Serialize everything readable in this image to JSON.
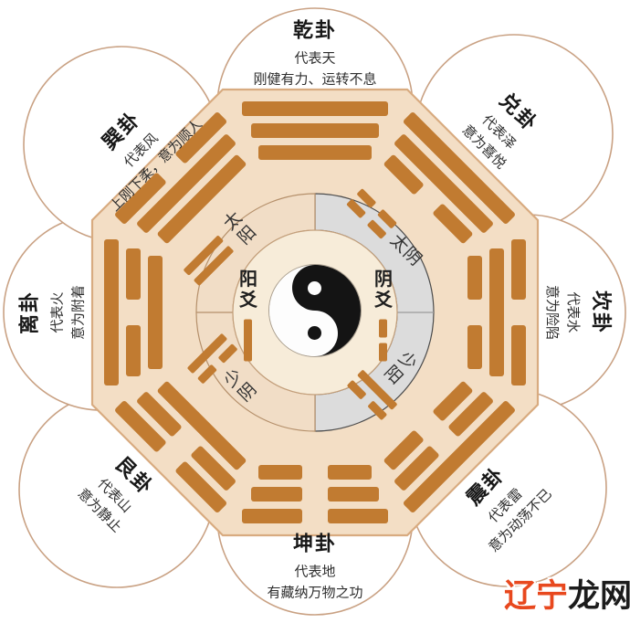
{
  "trigrams": [
    {
      "id": "qian",
      "position": "top",
      "name": "乾卦",
      "desc1": "代表天",
      "desc2": "刚健有力、运转不息",
      "lines": [
        1,
        1,
        1
      ]
    },
    {
      "id": "dui",
      "position": "top-right",
      "name": "兑卦",
      "desc1": "代表泽",
      "desc2": "意为喜悦",
      "lines": [
        1,
        1,
        0
      ]
    },
    {
      "id": "kan",
      "position": "right",
      "name": "坎卦",
      "desc1": "代表水",
      "desc2": "意为险陷",
      "lines": [
        0,
        1,
        0
      ]
    },
    {
      "id": "zhen",
      "position": "bottom-right",
      "name": "震卦",
      "desc1": "代表雷",
      "desc2": "意为动荡不已",
      "lines": [
        1,
        0,
        0
      ]
    },
    {
      "id": "kun",
      "position": "bottom",
      "name": "坤卦",
      "desc1": "代表地",
      "desc2": "有藏纳万物之功",
      "lines": [
        0,
        0,
        0
      ]
    },
    {
      "id": "gen",
      "position": "bottom-left",
      "name": "艮卦",
      "desc1": "代表山",
      "desc2": "意为静止",
      "lines": [
        0,
        0,
        1
      ]
    },
    {
      "id": "li",
      "position": "left",
      "name": "离卦",
      "desc1": "代表火",
      "desc2": "意为附着",
      "lines": [
        1,
        0,
        1
      ]
    },
    {
      "id": "xun",
      "position": "top-left",
      "name": "巽卦",
      "desc1": "代表风",
      "desc2": "上刚下柔，意为顺人",
      "lines": [
        0,
        1,
        1
      ]
    }
  ],
  "sixiang": [
    {
      "id": "taiyang",
      "name": "太阳",
      "bars": [
        1,
        1
      ]
    },
    {
      "id": "taiyin",
      "name": "太阴",
      "bars": [
        0,
        0
      ]
    },
    {
      "id": "shaoyin",
      "name": "少阴",
      "bars": [
        1,
        0
      ]
    },
    {
      "id": "shaoyang",
      "name": "少阳",
      "bars": [
        1,
        0
      ]
    }
  ],
  "yao": {
    "yang": {
      "label": "阳爻",
      "bars": [
        1
      ]
    },
    "yin": {
      "label": "阴爻",
      "bars": [
        0
      ]
    }
  },
  "watermark": {
    "text1": "辽宁",
    "text2": "龙网"
  },
  "colors": {
    "bar": "#c17b31",
    "octagon": "#f3dec5",
    "octagon_edge": "#d8ab80",
    "ring_left": "#f1ddc6",
    "ring_right": "#dcdcdc",
    "inner": "#f7ecd9",
    "outline": "#c9a183",
    "watermark_red": "#e8481e"
  }
}
